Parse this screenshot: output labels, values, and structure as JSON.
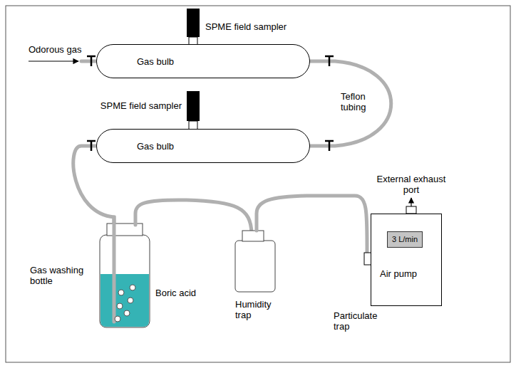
{
  "diagram": {
    "nodes": [
      {
        "text": [
          "Gas bulb"
        ]
      },
      {
        "text": [
          "Gas bulb"
        ]
      },
      {
        "text": [
          "Air pump"
        ]
      },
      {
        "text": [
          "3 L/min"
        ],
        "in": 2
      }
    ],
    "edges": [
      {
        "from": 0,
        "to": 1,
        "arrow": "none"
      }
    ],
    "labels": [
      "Odorous gas",
      "SPME field sampler",
      "SPME field sampler",
      "Teflon tubing",
      "External exhaust port",
      "Gas washing bottle",
      "Boric acid",
      "Humidity trap",
      "Particulate trap"
    ]
  }
}
